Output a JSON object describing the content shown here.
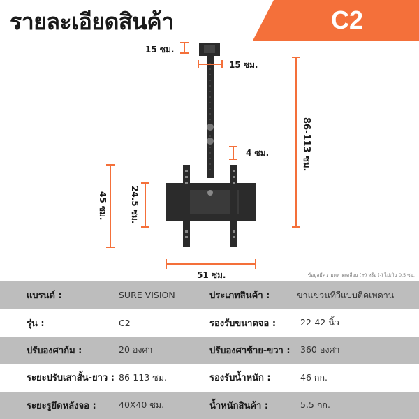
{
  "header": {
    "title": "รายละเอียดสินค้า",
    "model": "C2",
    "accent_color": "#f4703a"
  },
  "diagram": {
    "top_plate_height": "15 ซม.",
    "top_plate_width": "15 ซม.",
    "pole_length": "86-113 ซม.",
    "hole_spacing": "4 ซม.",
    "bracket_height_outer": "45 ซม.",
    "bracket_height_inner": "24.5 ซม.",
    "bracket_width": "51 ซม.",
    "note": "ข้อมูลมีความคลาดเคลื่อน (+) หรือ (-) ไม่เกิน 0.5 ซม."
  },
  "specs": [
    {
      "left_label": "แบรนด์ :",
      "left_value": "SURE VISION",
      "right_label": "ประเภทสินค้า :",
      "right_value": "ขาแขวนทีวีแบบติดเพดาน"
    },
    {
      "left_label": "รุ่น :",
      "left_value": "C2",
      "right_label": "รองรับขนาดจอ :",
      "right_value": "22-42 นิ้ว"
    },
    {
      "left_label": "ปรับองศาก้ม :",
      "left_value": "20 องศา",
      "right_label": "ปรับองศาซ้าย-ขวา :",
      "right_value": "360 องศา"
    },
    {
      "left_label": "ระยะปรับเสาสั้น-ยาว :",
      "left_value": "86-113 ซม.",
      "right_label": "รองรับน้ำหนัก :",
      "right_value": "46 กก."
    },
    {
      "left_label": "ระยะรูยึดหลังจอ :",
      "left_value": "40X40 ซม.",
      "right_label": "น้ำหนักสินค้า :",
      "right_value": "5.5 กก."
    }
  ]
}
